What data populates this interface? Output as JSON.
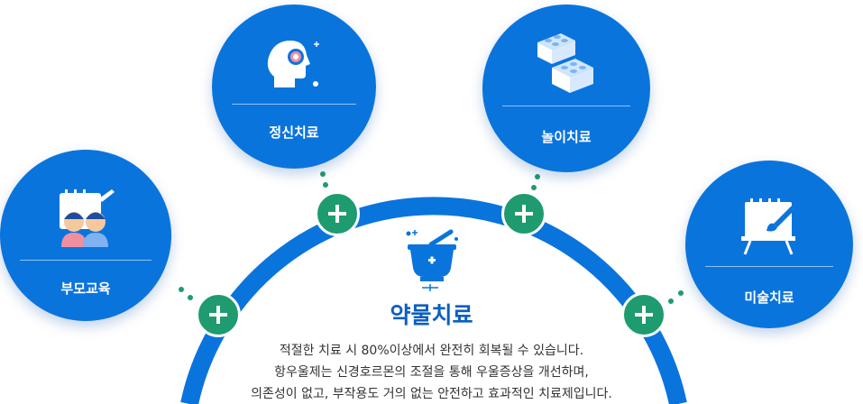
{
  "nodes": {
    "parent_education": "부모교육",
    "mental_therapy": "정신치료",
    "play_therapy": "놀이치료",
    "art_therapy": "미술치료"
  },
  "center": {
    "title": "약물치료",
    "description": [
      "적절한 치료 시 80%이상에서 완전히 회복될 수 있습니다.",
      "항우울제는 신경호르몬의 조절을 통해 우울증상을 개선하며,",
      "의존성이 없고, 부작용도 거의 없는 안전하고 효과적인 치료제입니다."
    ]
  },
  "colors": {
    "primary_blue": "#0a74dd",
    "title_blue": "#0a5fc0",
    "plus_green": "#1e9b6f"
  },
  "icons": [
    "people-board-icon",
    "head-plus-icon",
    "blocks-icon",
    "easel-brush-icon",
    "mortar-pestle-icon",
    "plus-icon"
  ]
}
